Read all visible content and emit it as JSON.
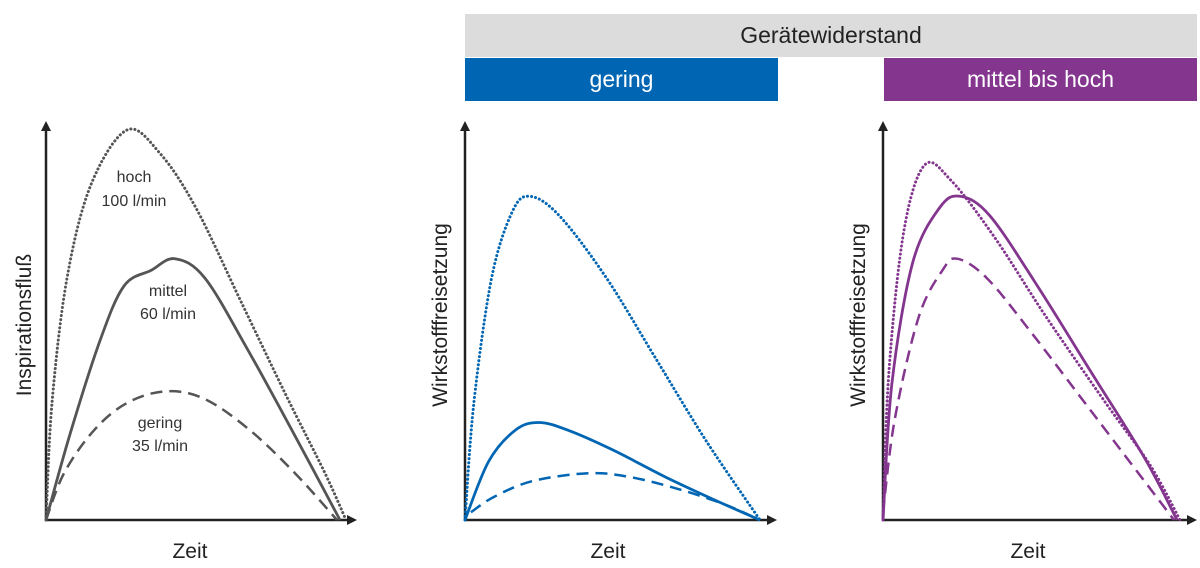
{
  "header": {
    "title": "Gerätewiderstand",
    "low_label": "gering",
    "high_label": "mittel bis hoch"
  },
  "colors": {
    "gray": "#555555",
    "blue": "#0066b3",
    "purple": "#84368f",
    "header_bg": "#dcdcdc"
  },
  "chart_data": [
    {
      "type": "line",
      "title": "",
      "xlabel": "Zeit",
      "ylabel": "Inspirationsfluß",
      "xlim": [
        0,
        10
      ],
      "ylim": [
        0,
        100
      ],
      "grid": false,
      "series": [
        {
          "name": "hoch 100 l/min",
          "label_line1": "hoch",
          "label_line2": "100 l/min",
          "style": "dotted",
          "points": [
            [
              0,
              0
            ],
            [
              0.2,
              30
            ],
            [
              0.7,
              62
            ],
            [
              1.5,
              86
            ],
            [
              2.7,
              100
            ],
            [
              3.8,
              94
            ],
            [
              5,
              80
            ],
            [
              6.5,
              56
            ],
            [
              8,
              32
            ],
            [
              9.3,
              12
            ],
            [
              10,
              0
            ]
          ]
        },
        {
          "name": "mittel 60 l/min",
          "label_line1": "mittel",
          "label_line2": "60 l/min",
          "style": "solid",
          "points": [
            [
              0,
              0
            ],
            [
              0.8,
              22
            ],
            [
              1.8,
              46
            ],
            [
              2.6,
              60
            ],
            [
              3.5,
              64
            ],
            [
              4.3,
              67
            ],
            [
              5.3,
              62
            ],
            [
              6.7,
              44
            ],
            [
              8.2,
              23
            ],
            [
              9.8,
              0
            ]
          ]
        },
        {
          "name": "gering 35 l/min",
          "label_line1": "gering",
          "label_line2": "35 l/min",
          "style": "dashed",
          "points": [
            [
              0,
              0
            ],
            [
              0.6,
              12
            ],
            [
              1.6,
              23
            ],
            [
              2.7,
              30
            ],
            [
              4,
              33
            ],
            [
              5.3,
              31
            ],
            [
              6.8,
              23
            ],
            [
              8.3,
              12
            ],
            [
              9.7,
              0
            ]
          ]
        }
      ]
    },
    {
      "type": "line",
      "title": "gering",
      "xlabel": "Zeit",
      "ylabel": "Wirkstofffreisetzung",
      "xlim": [
        0,
        10
      ],
      "ylim": [
        0,
        100
      ],
      "grid": false,
      "series": [
        {
          "name": "hoch",
          "style": "dotted",
          "points": [
            [
              0,
              0
            ],
            [
              0.3,
              30
            ],
            [
              0.9,
              62
            ],
            [
              1.6,
              79
            ],
            [
              2.2,
              83
            ],
            [
              3.2,
              78
            ],
            [
              4.8,
              62
            ],
            [
              6.5,
              41
            ],
            [
              8.2,
              20
            ],
            [
              10,
              0
            ]
          ]
        },
        {
          "name": "mittel",
          "style": "solid",
          "points": [
            [
              0,
              0
            ],
            [
              0.8,
              15
            ],
            [
              1.7,
              23
            ],
            [
              2.5,
              25
            ],
            [
              3.5,
              23
            ],
            [
              5,
              18
            ],
            [
              6.8,
              11
            ],
            [
              8.5,
              5
            ],
            [
              10,
              0
            ]
          ]
        },
        {
          "name": "gering",
          "style": "dashed",
          "points": [
            [
              0.2,
              2
            ],
            [
              1,
              6
            ],
            [
              2.3,
              10
            ],
            [
              4.2,
              12
            ],
            [
              5.6,
              11
            ],
            [
              7.2,
              8
            ],
            [
              8.8,
              4
            ],
            [
              10,
              0
            ]
          ]
        }
      ]
    },
    {
      "type": "line",
      "title": "mittel bis hoch",
      "xlabel": "Zeit",
      "ylabel": "Wirkstofffreisetzung",
      "xlim": [
        0,
        10
      ],
      "ylim": [
        0,
        100
      ],
      "grid": false,
      "series": [
        {
          "name": "hoch",
          "style": "dotted",
          "points": [
            [
              0,
              0
            ],
            [
              0.2,
              38
            ],
            [
              0.7,
              74
            ],
            [
              1.4,
              91
            ],
            [
              2.3,
              87
            ],
            [
              3.8,
              72
            ],
            [
              5.5,
              52
            ],
            [
              7.5,
              30
            ],
            [
              9,
              14
            ],
            [
              10,
              0
            ]
          ]
        },
        {
          "name": "mittel",
          "style": "solid",
          "points": [
            [
              0,
              0
            ],
            [
              0.3,
              35
            ],
            [
              1,
              66
            ],
            [
              1.9,
              80
            ],
            [
              2.6,
              83
            ],
            [
              3.6,
              78
            ],
            [
              5.2,
              60
            ],
            [
              7,
              38
            ],
            [
              8.8,
              16
            ],
            [
              9.9,
              0
            ]
          ]
        },
        {
          "name": "gering",
          "style": "dashed",
          "points": [
            [
              0,
              2
            ],
            [
              0.4,
              26
            ],
            [
              1.2,
              52
            ],
            [
              2,
              64
            ],
            [
              2.5,
              67
            ],
            [
              3.5,
              62
            ],
            [
              5,
              48
            ],
            [
              7,
              28
            ],
            [
              8.8,
              10
            ],
            [
              9.8,
              0
            ]
          ]
        }
      ]
    }
  ]
}
